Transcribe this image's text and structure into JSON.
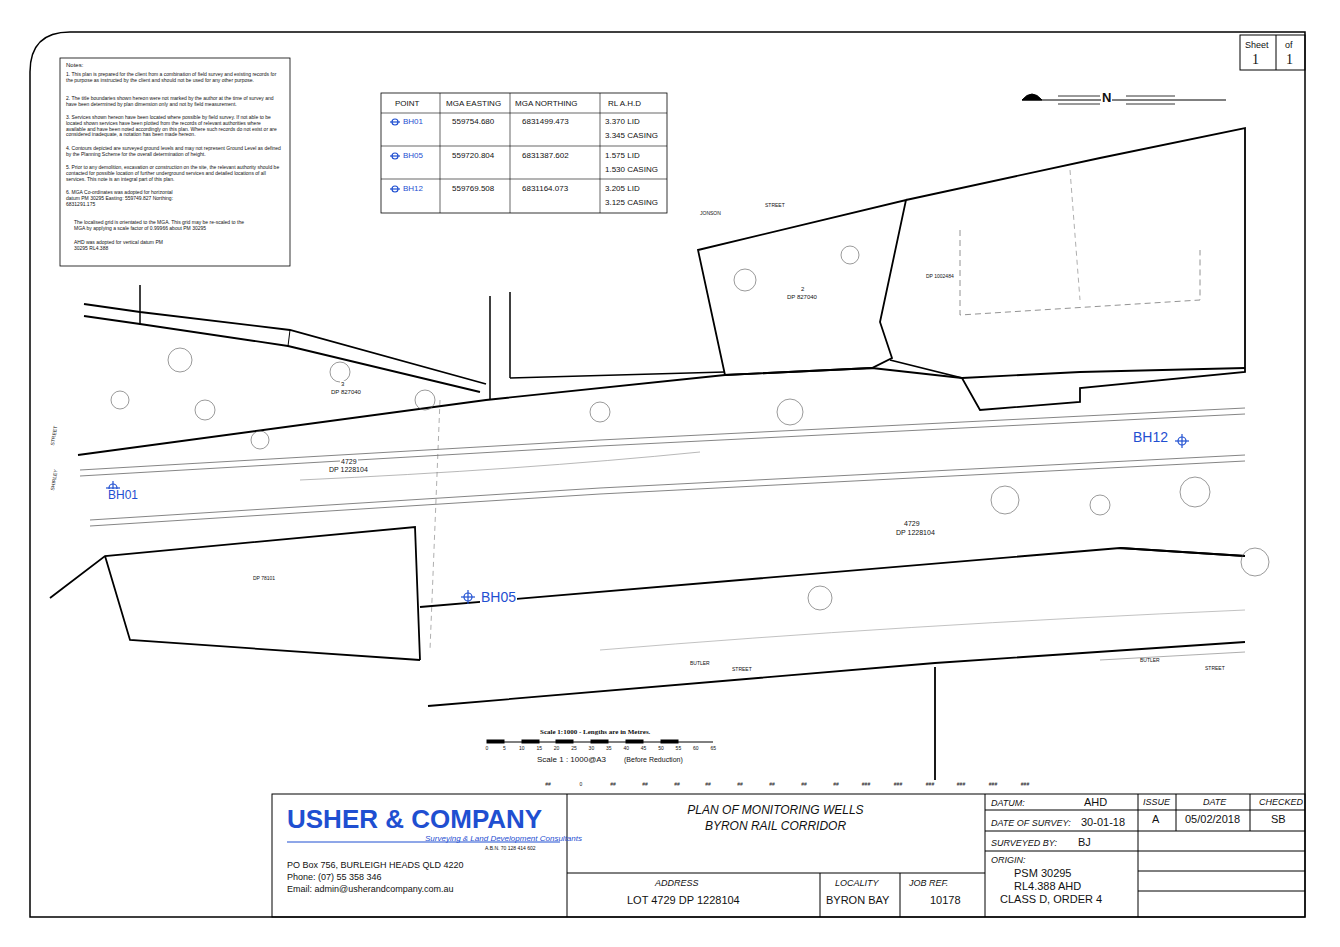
{
  "diagram": {
    "title": "PLAN OF MONITORING WELLS BYRON RAIL CORRIDOR",
    "labels": [
      "Sheet",
      "of",
      "1",
      "1",
      "Notes:",
      "1. This plan is prepared for the client from a combination of field survey and existing records for the purpose as instructed by the client and should not be used for any other purpose.",
      "2. The title boundaries shown hereon were not marked by the author at the time of survey and have been determined by plan dimension only and not by field measurement.",
      "3. Services shown hereon have been located where possible by field survey. If not able to be located shown services have been plotted from the records of relevant authorities where available and have been noted accordingly on this plan. Where such records do not exist or are considered inadequate, a notation has been made hereon.",
      "4. Contours depicted are surveyed ground levels and may not represent Ground Level as defined by the Planning Scheme for the overall determination of height.",
      "5. Prior to any demolition, excavation or construction on the site, the relevant authority should be contacted for possible location of further underground services and detailed locations of all services. This note is an integral part of this plan.",
      "6. MGA Co-ordinates was adopted for horizontal datum PM 30295 Easting: 559749.827 Northing: 6831291.175",
      "The localised grid is orientated to the MGA. This grid may be re-scaled to the MGA by applying a scale factor of 0.99966 about PM 30295",
      "AHD was adopted for vertical datum PM 30295 RL4.388",
      "POINT",
      "MGA EASTING",
      "MGA NORTHING",
      "RL A.H.D",
      "BH01",
      "559754.680",
      "6831499.473",
      "3.370 LID",
      "3.345 CASING",
      "BH05",
      "559720.804",
      "6831387.602",
      "1.575 LID",
      "1.530 CASING",
      "BH12",
      "559769.508",
      "6831164.073",
      "3.205 LID",
      "3.125 CASING",
      "JONSON",
      "STREET",
      "STREET",
      "SHIRLEY",
      "BUTLER",
      "STREET",
      "BUTLER",
      "STREET",
      "3",
      "DP 827040",
      "4729",
      "DP 1228104",
      "4729",
      "DP 1228104",
      "2",
      "DP 827040",
      "DP 1002484",
      "DP 78101",
      "BH12",
      "BH01",
      "BH05",
      "Scale 1:1000 - Lengths are in Metres.",
      "0",
      "5",
      "10",
      "15",
      "20",
      "25",
      "30",
      "35",
      "40",
      "45",
      "50",
      "55",
      "60",
      "65",
      "Scale 1 : 1000@A3",
      "(Before Reduction)",
      "##",
      "0",
      "##",
      "##",
      "##",
      "##",
      "##",
      "##",
      "##",
      "##",
      "###",
      "###",
      "###",
      "###",
      "###",
      "###",
      "USHER & COMPANY",
      "Surveying & Land Development Consultants",
      "A.B.N. 70 128 414 602",
      "PO Box 756, BURLEIGH HEADS  QLD 4220",
      "Phone: (07) 55 358 346",
      "Email: admin@usherandcompany.com.au",
      "ADDRESS",
      "LOT 4729 DP 1228104",
      "LOCALITY",
      "BYRON BAY",
      "JOB REF.",
      "10178",
      "DATUM:",
      "AHD",
      "DATE OF SURVEY:",
      "30-01-18",
      "SURVEYED BY:",
      "BJ",
      "ORIGIN:",
      "PSM 30295",
      "RL4.388 AHD",
      "CLASS D, ORDER 4",
      "ISSUE",
      "DATE",
      "CHECKED",
      "A",
      "05/02/2018",
      "SB",
      "N"
    ]
  }
}
